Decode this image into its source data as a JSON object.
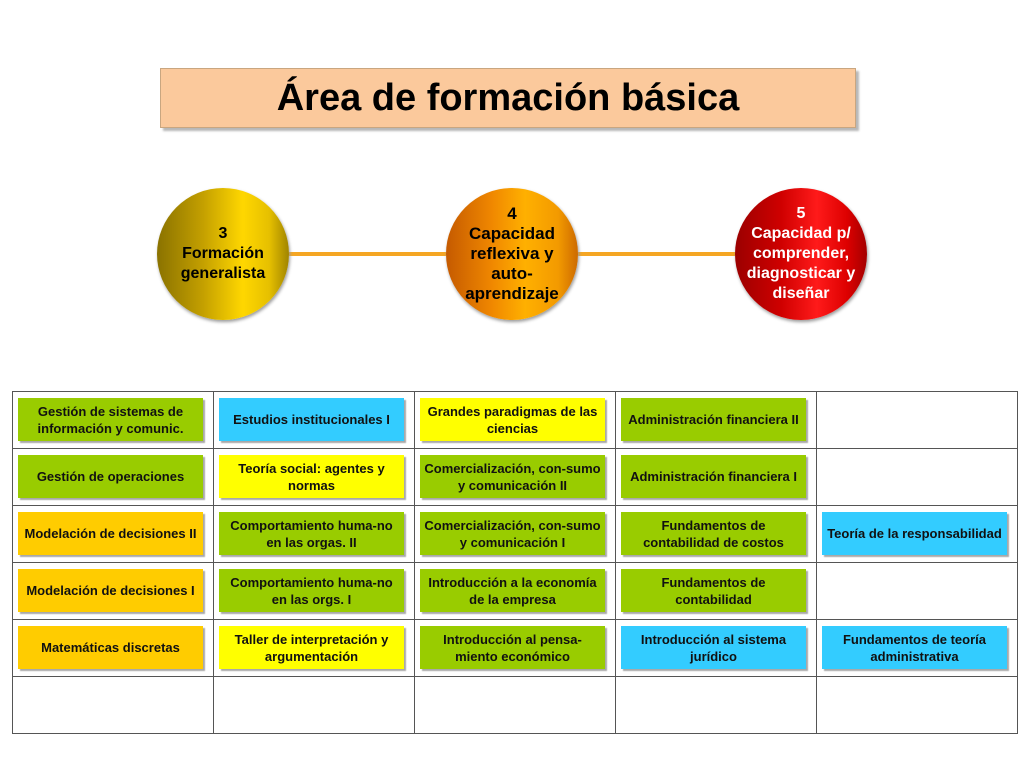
{
  "title": "Área de formación básica",
  "colors": {
    "green": "#99cc00",
    "yellow": "#ffff00",
    "gold": "#ffcc00",
    "blue": "#33ccff"
  },
  "circles": [
    {
      "number": "3",
      "label": "Formación generalista"
    },
    {
      "number": "4",
      "label": "Capacidad reflexiva y auto-aprendizaje"
    },
    {
      "number": "5",
      "label": "Capacidad p/ comprender, diagnosticar y diseñar"
    }
  ],
  "grid": {
    "rows": [
      [
        {
          "text": "Gestión de sistemas de información y comunic.",
          "color": "green"
        },
        {
          "text": "Estudios institucionales I",
          "color": "blue"
        },
        {
          "text": "Grandes paradigmas de las ciencias",
          "color": "yellow"
        },
        {
          "text": "Administración financiera II",
          "color": "green"
        },
        null
      ],
      [
        {
          "text": "Gestión de operaciones",
          "color": "green"
        },
        {
          "text": "Teoría social: agentes y normas",
          "color": "yellow"
        },
        {
          "text": "Comercialización, con-sumo y comunicación II",
          "color": "green"
        },
        {
          "text": "Administración financiera I",
          "color": "green"
        },
        null
      ],
      [
        {
          "text": "Modelación de decisiones II",
          "color": "gold"
        },
        {
          "text": "Comportamiento huma-no en las orgas. II",
          "color": "green"
        },
        {
          "text": "Comercialización, con-sumo y comunicación I",
          "color": "green"
        },
        {
          "text": "Fundamentos de contabilidad de costos",
          "color": "green"
        },
        {
          "text": "Teoría de la responsabilidad",
          "color": "blue"
        }
      ],
      [
        {
          "text": "Modelación de decisiones I",
          "color": "gold"
        },
        {
          "text": "Comportamiento huma-no en las orgs. I",
          "color": "green"
        },
        {
          "text": "Introducción a la economía de la empresa",
          "color": "green"
        },
        {
          "text": "Fundamentos de contabilidad",
          "color": "green"
        },
        null
      ],
      [
        {
          "text": "Matemáticas discretas",
          "color": "gold"
        },
        {
          "text": "Taller de interpretación y argumentación",
          "color": "yellow"
        },
        {
          "text": "Introducción al pensa-miento económico",
          "color": "green"
        },
        {
          "text": "Introducción al sistema jurídico",
          "color": "blue"
        },
        {
          "text": "Fundamentos de teoría administrativa",
          "color": "blue"
        }
      ],
      [
        null,
        null,
        null,
        null,
        null
      ]
    ]
  }
}
